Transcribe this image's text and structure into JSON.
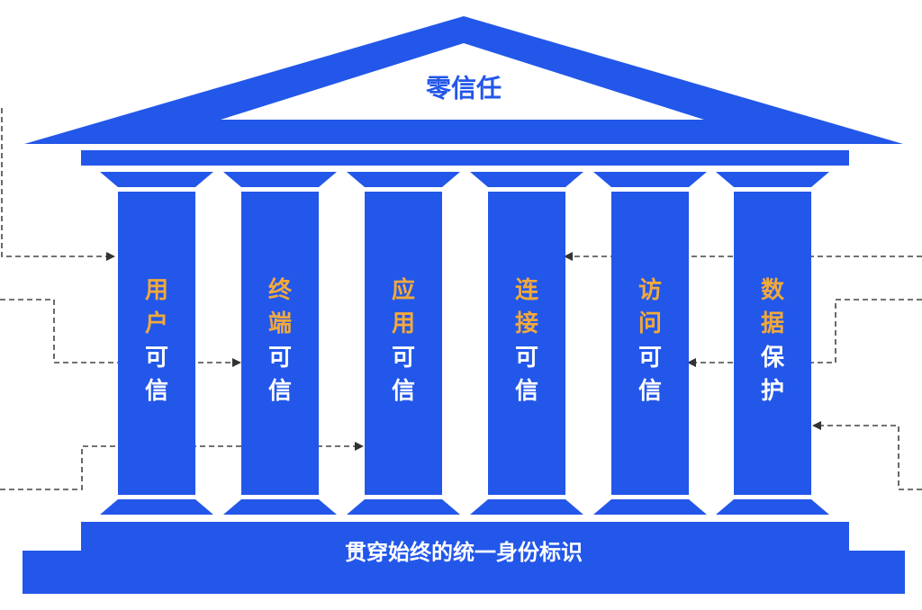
{
  "title": "零信任",
  "foundation": "贯穿始终的统一身份标识",
  "colors": {
    "primary": "#2357e9",
    "highlight": "#f2a93b",
    "text": "#ffffff",
    "connector": "#444444"
  },
  "pillars": [
    {
      "chars": [
        "用",
        "户",
        "可",
        "信"
      ]
    },
    {
      "chars": [
        "终",
        "端",
        "可",
        "信"
      ]
    },
    {
      "chars": [
        "应",
        "用",
        "可",
        "信"
      ]
    },
    {
      "chars": [
        "连",
        "接",
        "可",
        "信"
      ]
    },
    {
      "chars": [
        "访",
        "问",
        "可",
        "信"
      ]
    },
    {
      "chars": [
        "数",
        "据",
        "保",
        "护"
      ]
    }
  ]
}
